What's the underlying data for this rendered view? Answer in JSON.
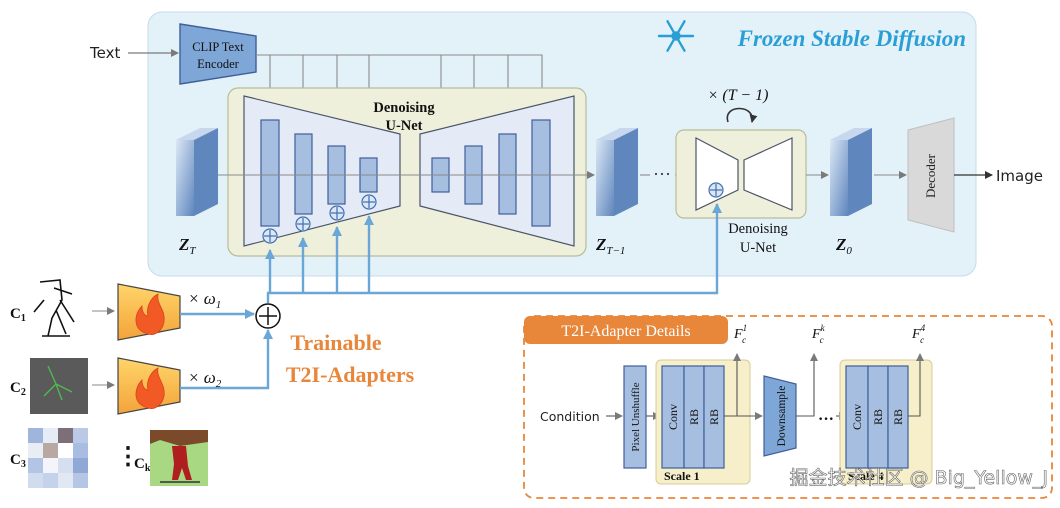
{
  "frozen_title": "Frozen Stable Diffusion",
  "inputs": {
    "text": "Text",
    "image_out": "Image"
  },
  "clip": {
    "line1": "CLIP Text",
    "line2": "Encoder"
  },
  "unet_main": {
    "line1": "Denoising",
    "line2": "U-Net"
  },
  "unet_small": {
    "line1": "Denoising",
    "line2": "U-Net"
  },
  "repeat_label": "× (T − 1)",
  "latents": {
    "zt": "Z",
    "zt_sub": "T",
    "ztm1": "Z",
    "ztm1_sub": "T−1",
    "z0": "Z",
    "z0_sub": "0"
  },
  "decoder": "Decoder",
  "ellipsis": "···",
  "conditions": [
    {
      "label": "C",
      "sub": "1"
    },
    {
      "label": "C",
      "sub": "2"
    },
    {
      "label": "C",
      "sub": "3"
    },
    {
      "label": "C",
      "sub": "k"
    }
  ],
  "weights": [
    {
      "label": "× ω",
      "sub": "1"
    },
    {
      "label": "× ω",
      "sub": "2"
    }
  ],
  "vertical_ellipsis": "⋮",
  "trainable": {
    "line1": "Trainable",
    "line2": "T2I-Adapters"
  },
  "details": {
    "title": "T2I-Adapter Details",
    "condition": "Condition",
    "pixel_unshuffle": "Pixel Unshuffle",
    "conv": "Conv",
    "rb": "RB",
    "downsample": "Downsample",
    "scale1": "Scale 1",
    "scale4": "Scale 4",
    "dots": "···",
    "features": [
      {
        "label": "F",
        "sup": "1",
        "sub": "c"
      },
      {
        "label": "F",
        "sup": "k",
        "sub": "c"
      },
      {
        "label": "F",
        "sup": "4",
        "sub": "c"
      }
    ]
  },
  "watermark": "掘金技术社区 @ Big_Yellow_J",
  "colors": {
    "frozen_bg": "#e3f1f9",
    "frozen_title": "#2a9fd6",
    "unet_bg": "#eef0dc",
    "block_fill": "#a6bfe0",
    "block_stroke": "#3f5f9a",
    "orange": "#e8863a",
    "arrow_blue": "#6aa6d6"
  }
}
